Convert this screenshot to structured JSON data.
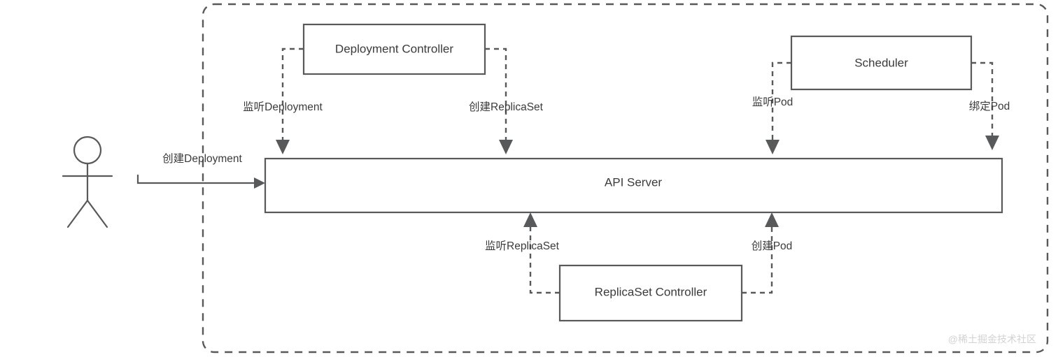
{
  "diagram": {
    "title": "Kubernetes Deployment Creation Flow",
    "colors": {
      "stroke": "#58595b",
      "text": "#3b3b3b",
      "background": "#ffffff",
      "watermark": "#d2d2d2"
    },
    "actor": {
      "name": "user-actor",
      "label": ""
    },
    "boundary": {
      "label": ""
    },
    "nodes": [
      {
        "id": "deployment-controller",
        "label": "Deployment Controller"
      },
      {
        "id": "scheduler",
        "label": "Scheduler"
      },
      {
        "id": "api-server",
        "label": "API Server"
      },
      {
        "id": "replicaset-controller",
        "label": "ReplicaSet Controller"
      }
    ],
    "edges": [
      {
        "id": "create-deployment",
        "label": "创建Deployment",
        "from": "user-actor",
        "to": "api-server",
        "style": "solid"
      },
      {
        "id": "watch-deployment",
        "label": "监听Deployment",
        "from": "deployment-controller",
        "to": "api-server",
        "style": "dashed"
      },
      {
        "id": "create-replicaset",
        "label": "创建ReplicaSet",
        "from": "deployment-controller",
        "to": "api-server",
        "style": "dashed"
      },
      {
        "id": "watch-pod",
        "label": "监听Pod",
        "from": "scheduler",
        "to": "api-server",
        "style": "dashed"
      },
      {
        "id": "bind-pod",
        "label": "绑定Pod",
        "from": "scheduler",
        "to": "api-server",
        "style": "dashed"
      },
      {
        "id": "watch-replicaset",
        "label": "监听ReplicaSet",
        "from": "replicaset-controller",
        "to": "api-server",
        "style": "dashed"
      },
      {
        "id": "create-pod",
        "label": "创建Pod",
        "from": "replicaset-controller",
        "to": "api-server",
        "style": "dashed"
      }
    ],
    "watermark": "@稀土掘金技术社区"
  }
}
